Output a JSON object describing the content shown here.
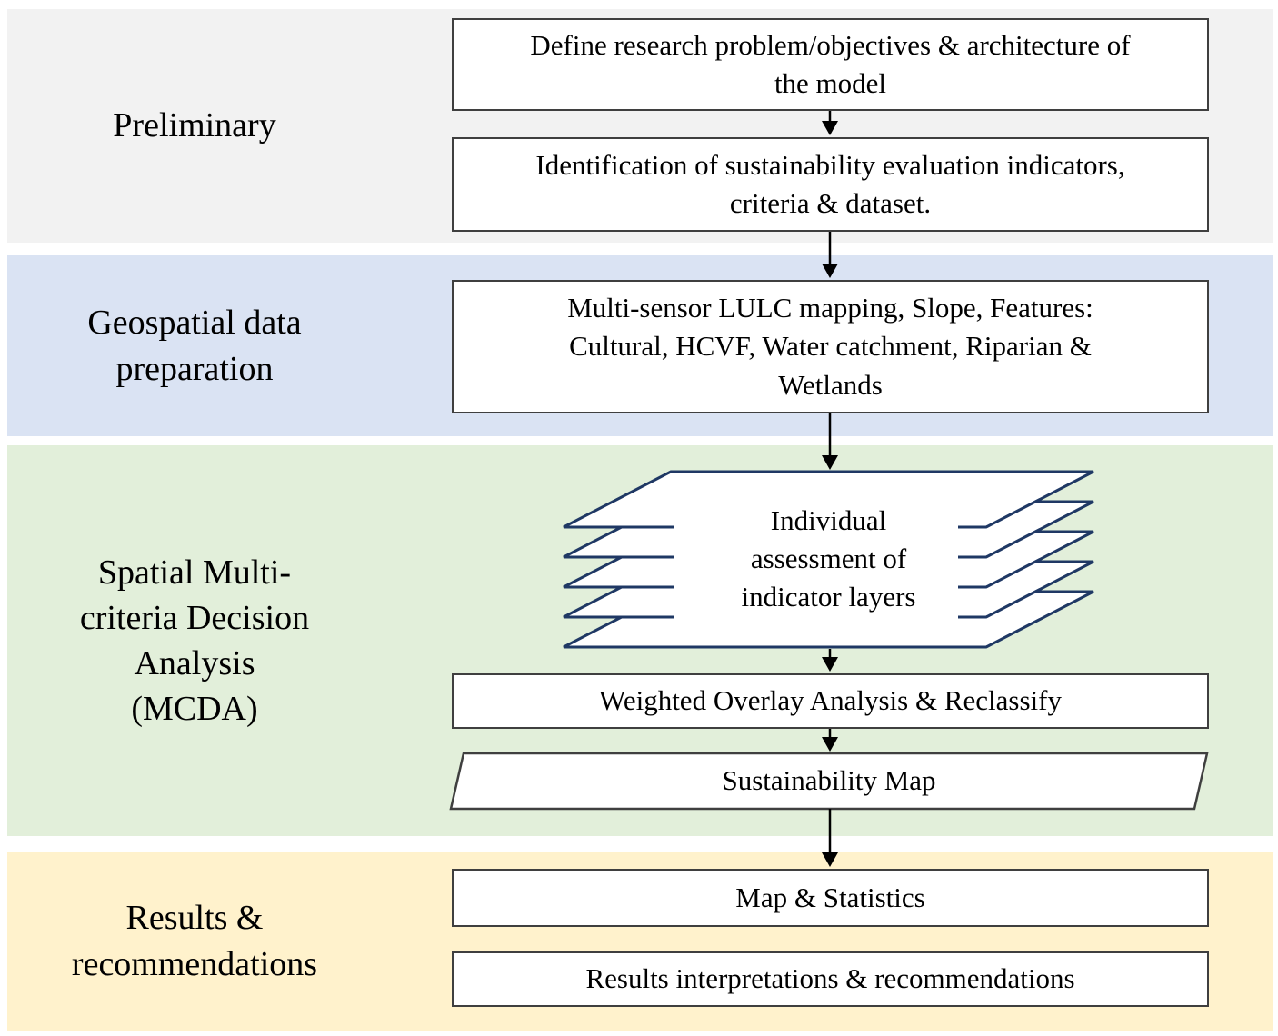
{
  "bands": [
    {
      "label": "Preliminary",
      "color": "#f2f2f2"
    },
    {
      "label": "Geospatial data\npreparation",
      "color": "#dae3f3"
    },
    {
      "label": "Spatial Multi-\ncriteria Decision\nAnalysis\n(MCDA)",
      "color": "#e2efda"
    },
    {
      "label": "Results &\nrecommendations",
      "color": "#fff2cc"
    }
  ],
  "nodes": {
    "define": {
      "shape": "rectangle",
      "text": "Define research problem/objectives & architecture of\nthe model"
    },
    "identify": {
      "shape": "rectangle",
      "text": "Identification of sustainability evaluation indicators,\ncriteria & dataset."
    },
    "geodata": {
      "shape": "rectangle",
      "text": "Multi-sensor LULC mapping, Slope, Features:\nCultural, HCVF, Water catchment, Riparian &\nWetlands"
    },
    "layers": {
      "shape": "layer-stack",
      "text": "Individual\nassessment of\nindicator layers"
    },
    "overlay": {
      "shape": "rectangle",
      "text": "Weighted Overlay Analysis & Reclassify"
    },
    "sustain_map": {
      "shape": "parallelogram",
      "text": "Sustainability Map"
    },
    "map_stats": {
      "shape": "rectangle",
      "text": "Map & Statistics"
    },
    "results": {
      "shape": "rectangle",
      "text": "Results interpretations & recommendations"
    }
  },
  "colors": {
    "background": "#ffffff",
    "box_fill": "#ffffff",
    "box_border": "#3f3f3f",
    "layer_stack_stroke": "#1f3864",
    "arrow": "#000000",
    "text": "#000000"
  }
}
